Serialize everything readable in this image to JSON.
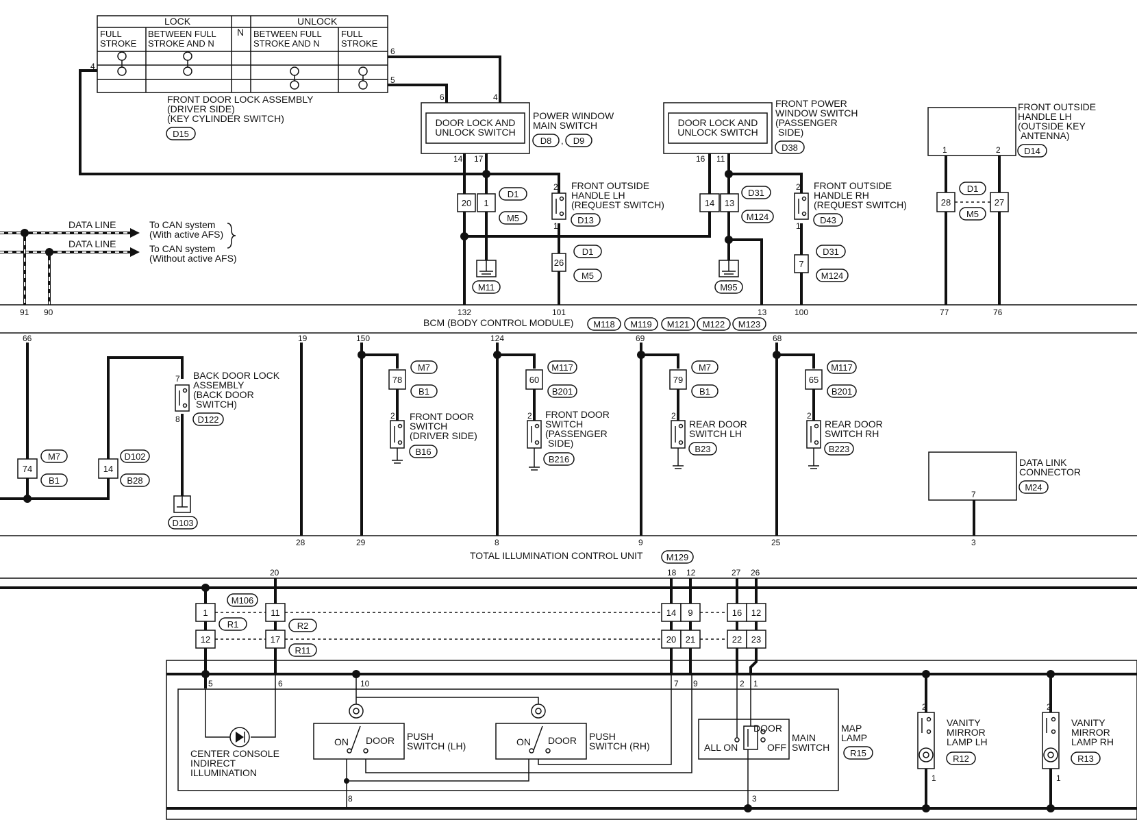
{
  "lock_switch": {
    "lock": "LOCK",
    "unlock": "UNLOCK",
    "n": "N",
    "full_stroke_l1": "FULL",
    "full_stroke_l2": "STROKE",
    "between_l1": "BETWEEN FULL",
    "between_l2": "STROKE AND N",
    "title": [
      "FRONT DOOR LOCK ASSEMBLY",
      "(DRIVER SIDE)",
      "(KEY CYLINDER SWITCH)"
    ],
    "connector": "D15",
    "pins": {
      "p4": "4",
      "p6": "6",
      "p5": "5"
    }
  },
  "power_window_main": {
    "inner": [
      "DOOR LOCK AND",
      "UNLOCK SWITCH"
    ],
    "title": [
      "POWER WINDOW",
      "MAIN SWITCH"
    ],
    "conn1": "D8",
    "conn2": "D9",
    "pins": {
      "p6": "6",
      "p4": "4",
      "p14": "14",
      "p17": "17"
    }
  },
  "front_pw_passenger": {
    "inner": [
      "DOOR LOCK AND",
      "UNLOCK SWITCH"
    ],
    "title": [
      "FRONT POWER",
      "WINDOW SWITCH",
      "(PASSENGER",
      "SIDE)"
    ],
    "connector": "D38",
    "pins": {
      "p16": "16",
      "p11": "11"
    }
  },
  "outside_handle_lh_ant": {
    "title": [
      "FRONT OUTSIDE",
      "HANDLE LH",
      "(OUTSIDE KEY",
      "ANTENNA)"
    ],
    "connector": "D14",
    "pins": {
      "p1": "1",
      "p2": "2"
    }
  },
  "req_switch_lh": {
    "title": [
      "FRONT OUTSIDE",
      "HANDLE LH",
      "(REQUEST SWITCH)"
    ],
    "connector": "D13",
    "p2": "2",
    "p1": "1"
  },
  "req_switch_rh": {
    "title": [
      "FRONT OUTSIDE",
      "HANDLE RH",
      "(REQUEST SWITCH)"
    ],
    "connector": "D43",
    "p2": "2",
    "p1": "1"
  },
  "data_line": {
    "label": "DATA LINE",
    "to1": [
      "To CAN system",
      "(With active AFS)"
    ],
    "to2": [
      "To CAN system",
      "(Without active AFS)"
    ]
  },
  "bcm": {
    "title": "BCM (BODY CONTROL MODULE)",
    "connectors": [
      "M118",
      "M119",
      "M121",
      "M122",
      "M123"
    ],
    "top_pins": [
      "91",
      "90",
      "132",
      "101",
      "13",
      "100",
      "77",
      "76"
    ],
    "bottom_pins": [
      "66",
      "19",
      "150",
      "124",
      "69",
      "68"
    ]
  },
  "joints": {
    "j20": "20",
    "j1": "1",
    "jD1": "D1",
    "jM5": "M5",
    "j26": "26",
    "jD1b": "D1",
    "jM5b": "M5",
    "j14": "14",
    "j13": "13",
    "jD31": "D31",
    "jM124": "M124",
    "j7": "7",
    "jD31b": "D31",
    "jM124b": "M124",
    "j28": "28",
    "j27": "27",
    "jD1c": "D1",
    "jM5c": "M5",
    "g1": "M11",
    "g2": "M95"
  },
  "mid": {
    "j74": "74",
    "m7a": "M7",
    "b1a": "B1",
    "j14b": "14",
    "d102": "D102",
    "b28": "B28",
    "back_door": [
      "BACK DOOR LOCK",
      "ASSEMBLY",
      "(BACK DOOR",
      "SWITCH)"
    ],
    "d122": "D122",
    "p7": "7",
    "p8": "8",
    "d103": "D103",
    "j78": "78",
    "m7b": "M7",
    "b1b": "B1",
    "fds_drv": [
      "FRONT DOOR",
      "SWITCH",
      "(DRIVER SIDE)"
    ],
    "b16": "B16",
    "j60": "60",
    "m117a": "M117",
    "b201a": "B201",
    "fds_pas": [
      "FRONT DOOR",
      "SWITCH",
      "(PASSENGER",
      "SIDE)"
    ],
    "b216": "B216",
    "j79": "79",
    "m7c": "M7",
    "b1c": "B1",
    "rds_lh": [
      "REAR DOOR",
      "SWITCH LH"
    ],
    "b23": "B23",
    "j65": "65",
    "m117b": "M117",
    "b201b": "B201",
    "rds_rh": [
      "REAR DOOR",
      "SWITCH RH"
    ],
    "b223": "B223",
    "p2": "2",
    "dlc": [
      "DATA LINK",
      "CONNECTOR"
    ],
    "m24": "M24",
    "p7b": "7"
  },
  "ticu": {
    "title": "TOTAL ILLUMINATION CONTROL UNIT",
    "connector": "M129",
    "pins": [
      "28",
      "29",
      "8",
      "9",
      "25",
      "3"
    ]
  },
  "bottom": {
    "top_pins": [
      "20",
      "18",
      "12",
      "27",
      "26"
    ],
    "m106": "M106",
    "r1": "R1",
    "r2": "R2",
    "r11": "R11",
    "row1": [
      "1",
      "11",
      "14",
      "9",
      "16",
      "12"
    ],
    "row2": [
      "12",
      "17",
      "20",
      "21",
      "22",
      "23"
    ],
    "pins": [
      "5",
      "6",
      "10",
      "7",
      "9",
      "2",
      "1",
      "8",
      "3"
    ],
    "center_console": [
      "CENTER CONSOLE",
      "INDIRECT",
      "ILLUMINATION"
    ],
    "push_lh": [
      "PUSH",
      "SWITCH (LH)"
    ],
    "push_rh": [
      "PUSH",
      "SWITCH (RH)"
    ],
    "on": "ON",
    "door": "DOOR",
    "map_all_on": "ALL ON",
    "map_off": "OFF",
    "main_switch": [
      "MAIN",
      "SWITCH"
    ],
    "map_lamp": [
      "MAP",
      "LAMP"
    ],
    "r15": "R15",
    "vanity_lh": [
      "VANITY",
      "MIRROR",
      "LAMP LH"
    ],
    "r12": "R12",
    "vanity_rh": [
      "VANITY",
      "MIRROR",
      "LAMP RH"
    ],
    "r13": "R13"
  }
}
